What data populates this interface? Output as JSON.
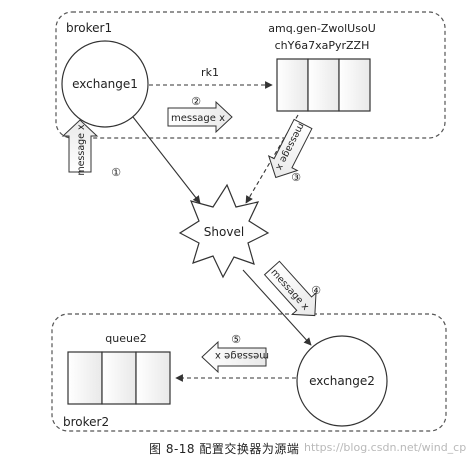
{
  "diagram": {
    "broker1_label": "broker1",
    "broker2_label": "broker2",
    "exchange1_label": "exchange1",
    "exchange2_label": "exchange2",
    "shovel_label": "Shovel",
    "queue_top_line1": "amq.gen-ZwolUsoU",
    "queue_top_line2": "chY6a7xaPyrZZH",
    "queue2_label": "queue2",
    "routing_key": "rk1",
    "steps": [
      "①",
      "②",
      "③",
      "④",
      "⑤"
    ],
    "message_label": "message x"
  },
  "caption": {
    "text": "图 8-18   配置交换器为源端",
    "watermark": "https://blog.csdn.net/wind_cp"
  }
}
